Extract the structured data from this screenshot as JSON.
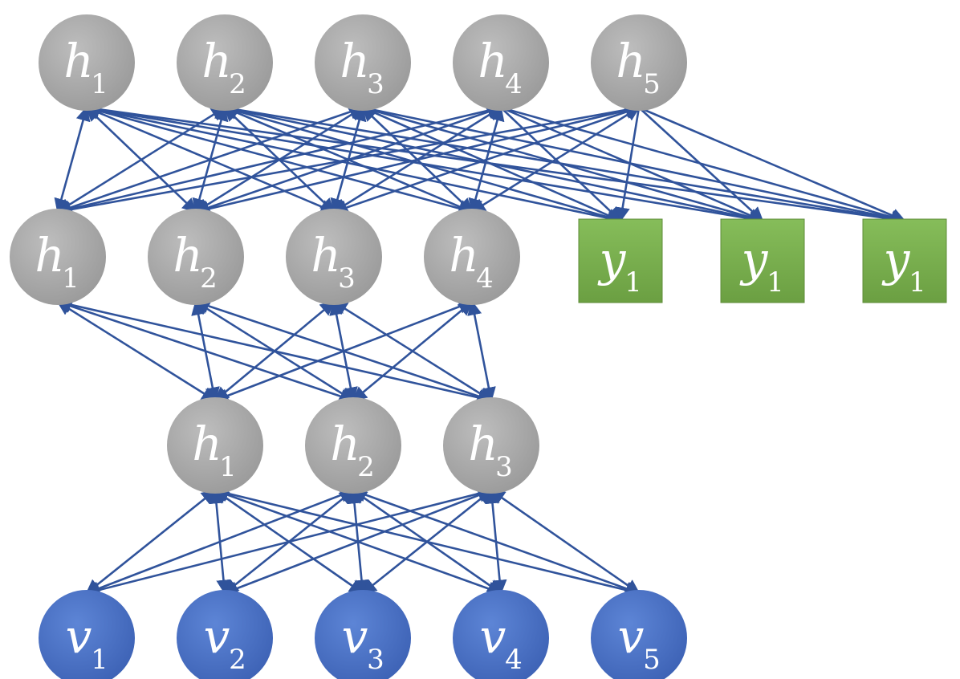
{
  "diagram": {
    "colors": {
      "hidden_node": "#a8a8a8",
      "visible_node": "#4a72c4",
      "output_node": "#77ad4c",
      "edge": "#30539b",
      "label_text": "#ffffff"
    },
    "layers": [
      {
        "id": "hidden-3",
        "kind": "hidden",
        "shape": "circle",
        "nodes": [
          {
            "id": "h3_1",
            "label": "h",
            "sub": "1"
          },
          {
            "id": "h3_2",
            "label": "h",
            "sub": "2"
          },
          {
            "id": "h3_3",
            "label": "h",
            "sub": "3"
          },
          {
            "id": "h3_4",
            "label": "h",
            "sub": "4"
          },
          {
            "id": "h3_5",
            "label": "h",
            "sub": "5"
          }
        ]
      },
      {
        "id": "hidden-2",
        "kind": "hidden",
        "shape": "circle",
        "nodes": [
          {
            "id": "h2_1",
            "label": "h",
            "sub": "1"
          },
          {
            "id": "h2_2",
            "label": "h",
            "sub": "2"
          },
          {
            "id": "h2_3",
            "label": "h",
            "sub": "3"
          },
          {
            "id": "h2_4",
            "label": "h",
            "sub": "4"
          }
        ]
      },
      {
        "id": "output",
        "kind": "output",
        "shape": "square",
        "nodes": [
          {
            "id": "y_a",
            "label": "y",
            "sub": "1"
          },
          {
            "id": "y_b",
            "label": "y",
            "sub": "1"
          },
          {
            "id": "y_c",
            "label": "y",
            "sub": "1"
          }
        ]
      },
      {
        "id": "hidden-1",
        "kind": "hidden",
        "shape": "circle",
        "nodes": [
          {
            "id": "h1_1",
            "label": "h",
            "sub": "1"
          },
          {
            "id": "h1_2",
            "label": "h",
            "sub": "2"
          },
          {
            "id": "h1_3",
            "label": "h",
            "sub": "3"
          }
        ]
      },
      {
        "id": "visible",
        "kind": "visible",
        "shape": "circle",
        "nodes": [
          {
            "id": "v_1",
            "label": "v",
            "sub": "1"
          },
          {
            "id": "v_2",
            "label": "v",
            "sub": "2"
          },
          {
            "id": "v_3",
            "label": "v",
            "sub": "3"
          },
          {
            "id": "v_4",
            "label": "v",
            "sub": "4"
          },
          {
            "id": "v_5",
            "label": "v",
            "sub": "5"
          }
        ]
      }
    ],
    "connections": [
      {
        "from": "hidden-3",
        "to": "hidden-2",
        "direction": "both"
      },
      {
        "from": "hidden-3",
        "to": "output",
        "direction": "to"
      },
      {
        "from": "hidden-2",
        "to": "hidden-1",
        "direction": "both"
      },
      {
        "from": "hidden-1",
        "to": "visible",
        "direction": "both"
      }
    ]
  }
}
